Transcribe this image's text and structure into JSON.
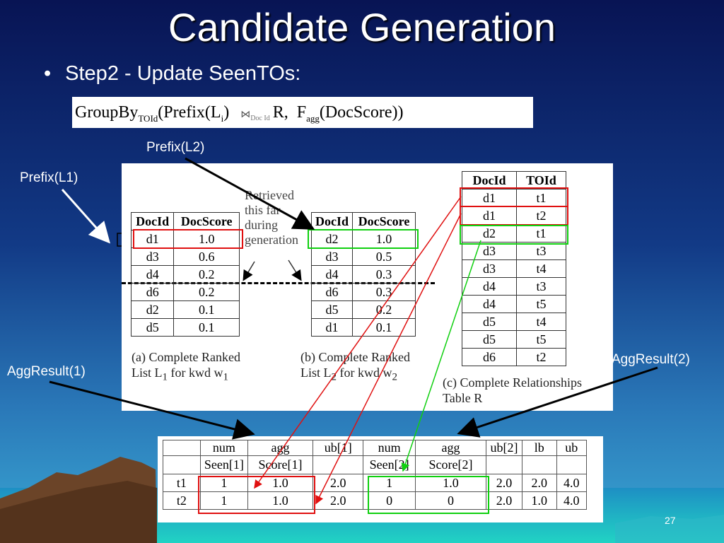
{
  "slide": {
    "title": "Candidate Generation",
    "bullet": "Step2 - Update SeenTOs:",
    "page_number": "27"
  },
  "formula": {
    "groupby": "GroupBy",
    "groupby_sub": "TOId",
    "prefix": "(Prefix(L",
    "prefix_sub": "i",
    "prefix_close": ")",
    "join_sub": "Doc Id",
    "relation": "R,",
    "f": "F",
    "f_sub": "agg",
    "f_arg": "(DocScore))"
  },
  "labels": {
    "prefix_l2": "Prefix(L2)",
    "prefix_l1": "Prefix(L1)",
    "agg_result_1": "AggResult(1)",
    "agg_result_2": "AggResult(2)"
  },
  "annotation": {
    "line1": "Retrieved",
    "line2": "this far",
    "line3": "during",
    "line4": "generation"
  },
  "list_l1": {
    "headers": [
      "DocId",
      "DocScore"
    ],
    "rows": [
      [
        "d1",
        "1.0"
      ],
      [
        "d3",
        "0.6"
      ],
      [
        "d4",
        "0.2"
      ],
      [
        "d6",
        "0.2"
      ],
      [
        "d2",
        "0.1"
      ],
      [
        "d5",
        "0.1"
      ]
    ],
    "caption1": "(a) Complete Ranked",
    "caption2_pre": "List L",
    "caption2_sub": "1",
    "caption2_mid": " for kwd w",
    "caption2_sub2": "1"
  },
  "list_l2": {
    "headers": [
      "DocId",
      "DocScore"
    ],
    "rows": [
      [
        "d2",
        "1.0"
      ],
      [
        "d3",
        "0.5"
      ],
      [
        "d4",
        "0.3"
      ],
      [
        "d6",
        "0.3"
      ],
      [
        "d5",
        "0.2"
      ],
      [
        "d1",
        "0.1"
      ]
    ],
    "caption1": "(b) Complete Ranked",
    "caption2_pre": "List L",
    "caption2_sub": "2",
    "caption2_mid": " for kwd w",
    "caption2_sub2": "2"
  },
  "table_r": {
    "headers": [
      "DocId",
      "TOId"
    ],
    "rows": [
      [
        "d1",
        "t1"
      ],
      [
        "d1",
        "t2"
      ],
      [
        "d2",
        "t1"
      ],
      [
        "d3",
        "t3"
      ],
      [
        "d3",
        "t4"
      ],
      [
        "d4",
        "t3"
      ],
      [
        "d4",
        "t5"
      ],
      [
        "d5",
        "t4"
      ],
      [
        "d5",
        "t5"
      ],
      [
        "d6",
        "t2"
      ]
    ],
    "caption1": "(c) Complete Relationships",
    "caption2": "Table R"
  },
  "agg_table": {
    "header_top": [
      "",
      "num",
      "agg",
      "ub[1]",
      "num",
      "agg",
      "ub[2]",
      "lb",
      "ub"
    ],
    "header_bottom": [
      "",
      "Seen[1]",
      "Score[1]",
      "",
      "Seen[2]",
      "Score[2]",
      "",
      "",
      ""
    ],
    "rows": [
      [
        "t1",
        "1",
        "1.0",
        "2.0",
        "1",
        "1.0",
        "2.0",
        "2.0",
        "4.0"
      ],
      [
        "t2",
        "1",
        "1.0",
        "2.0",
        "0",
        "0",
        "2.0",
        "1.0",
        "4.0"
      ]
    ]
  },
  "colors": {
    "background_top": "#0a1a66",
    "background_mid": "#1a4fa0",
    "sea": "#33a0d0",
    "mountain": "#6e4a2e",
    "highlight_red": "#e01010",
    "highlight_green": "#10d010",
    "title": "#ffffff"
  }
}
